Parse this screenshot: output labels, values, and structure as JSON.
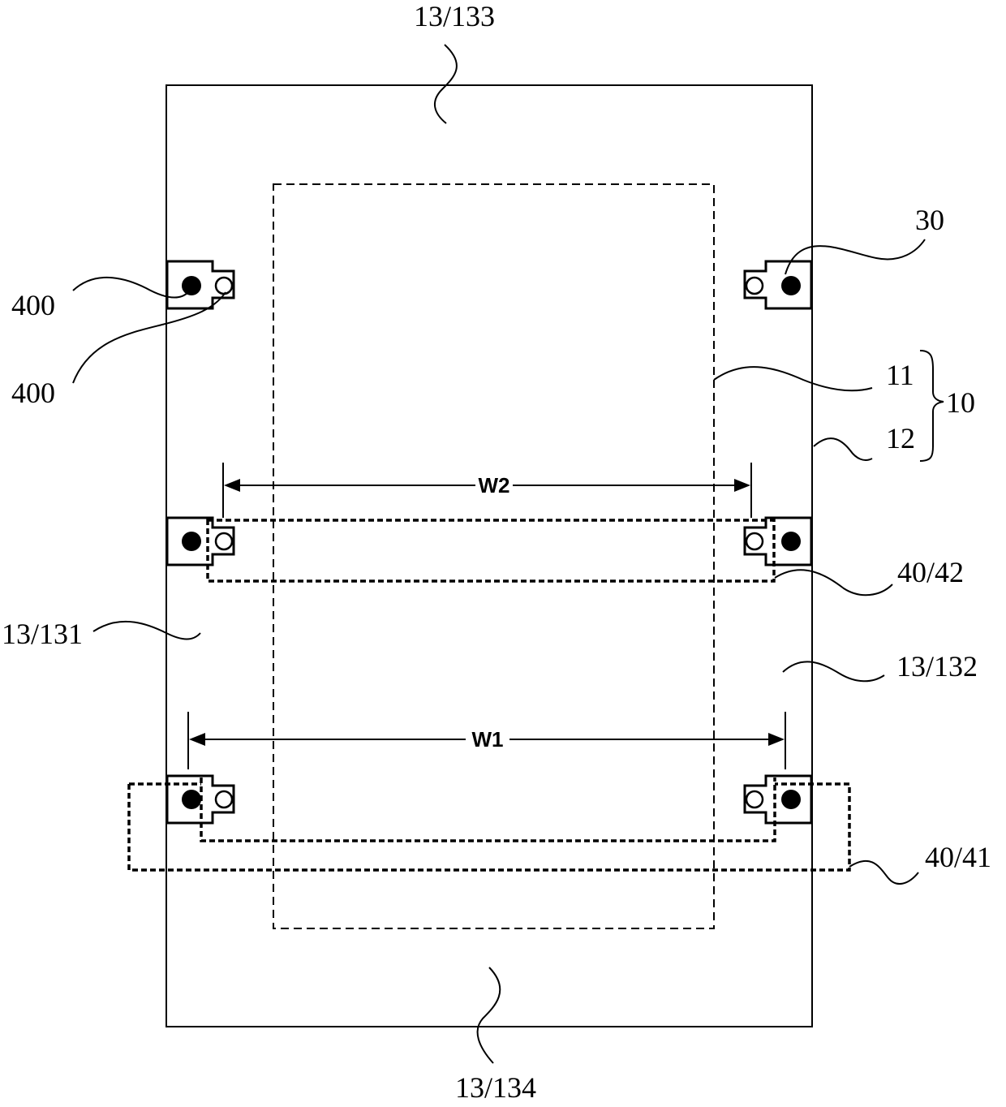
{
  "labels": {
    "top": "13/133",
    "bottom": "13/134",
    "left_side": "13/131",
    "right_side": "13/132",
    "component_30": "30",
    "label_400_a": "400",
    "label_400_b": "400",
    "label_11": "11",
    "label_12": "12",
    "label_10": "10",
    "label_40_42": "40/42",
    "label_40_41": "40/41",
    "dim_w1": "W1",
    "dim_w2": "W2"
  }
}
